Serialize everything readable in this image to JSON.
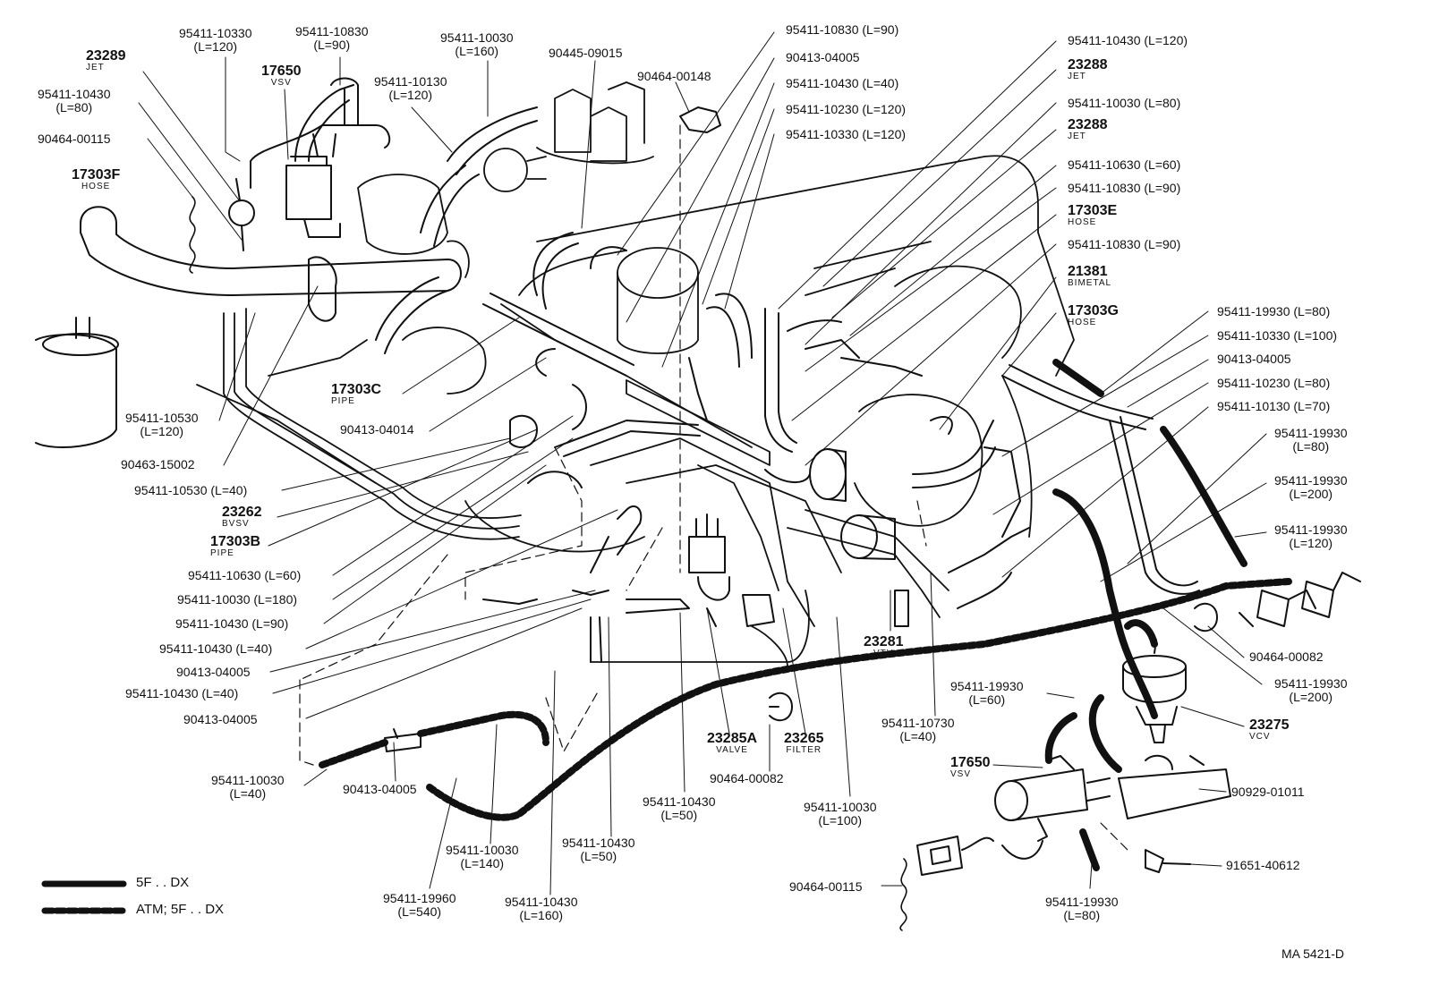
{
  "labels": [
    {
      "id": "l1",
      "part": "95411-10330",
      "len": "(L=120)"
    },
    {
      "id": "l2",
      "part": "95411-10830",
      "len": "(L=90)"
    },
    {
      "id": "l3",
      "part": "23289",
      "sub": "JET"
    },
    {
      "id": "l4",
      "part": "17650",
      "sub": "VSV"
    },
    {
      "id": "l5",
      "part": "95411-10030",
      "len": "(L=160)"
    },
    {
      "id": "l6",
      "part": "90445-09015"
    },
    {
      "id": "l7",
      "part": "90464-00148"
    },
    {
      "id": "l8",
      "part": "95411-10430",
      "len": "(L=80)"
    },
    {
      "id": "l9",
      "part": "95411-10130",
      "len": "(L=120)"
    },
    {
      "id": "l10",
      "part": "90464-00115"
    },
    {
      "id": "l11",
      "part": "17303F",
      "sub": "HOSE"
    },
    {
      "id": "r1",
      "part": "95411-10830",
      "len": "(L=90)"
    },
    {
      "id": "r2",
      "part": "90413-04005"
    },
    {
      "id": "r3",
      "part": "95411-10430",
      "len": "(L=40)"
    },
    {
      "id": "r4",
      "part": "95411-10230",
      "len": "(L=120)"
    },
    {
      "id": "r5",
      "part": "95411-10330",
      "len": "(L=120)"
    },
    {
      "id": "r6",
      "part": "95411-10430",
      "len": "(L=120)"
    },
    {
      "id": "r7",
      "part": "23288",
      "sub": "JET"
    },
    {
      "id": "r8",
      "part": "95411-10030",
      "len": "(L=80)"
    },
    {
      "id": "r9",
      "part": "23288",
      "sub": "JET"
    },
    {
      "id": "r10",
      "part": "95411-10630",
      "len": "(L=60)"
    },
    {
      "id": "r11",
      "part": "95411-10830",
      "len": "(L=90)"
    },
    {
      "id": "r12",
      "part": "17303E",
      "sub": "HOSE"
    },
    {
      "id": "r13",
      "part": "95411-10830",
      "len": "(L=90)"
    },
    {
      "id": "r14",
      "part": "21381",
      "sub": "BIMETAL"
    },
    {
      "id": "r15",
      "part": "17303G",
      "sub": "HOSE"
    },
    {
      "id": "r16",
      "part": "95411-19930",
      "len": "(L=80)"
    },
    {
      "id": "r17",
      "part": "95411-10330",
      "len": "(L=100)"
    },
    {
      "id": "r18",
      "part": "90413-04005"
    },
    {
      "id": "r19",
      "part": "95411-10230",
      "len": "(L=80)"
    },
    {
      "id": "r20",
      "part": "95411-10130",
      "len": "(L=70)"
    },
    {
      "id": "r21",
      "part": "95411-19930",
      "len": "(L=80)"
    },
    {
      "id": "r22",
      "part": "95411-19930",
      "len": "(L=200)"
    },
    {
      "id": "r23",
      "part": "95411-19930",
      "len": "(L=120)"
    },
    {
      "id": "r24",
      "part": "90464-00082"
    },
    {
      "id": "r25",
      "part": "95411-19930",
      "len": "(L=200)"
    },
    {
      "id": "r26",
      "part": "23275",
      "sub": "VCV"
    },
    {
      "id": "r27",
      "part": "90929-01011"
    },
    {
      "id": "r28",
      "part": "91651-40612"
    },
    {
      "id": "m1",
      "part": "17303C",
      "sub": "PIPE"
    },
    {
      "id": "m2",
      "part": "90413-04014"
    },
    {
      "id": "m3",
      "part": "95411-10530",
      "len": "(L=120)"
    },
    {
      "id": "m4",
      "part": "90463-15002"
    },
    {
      "id": "m5",
      "part": "95411-10530",
      "len": "(L=40)"
    },
    {
      "id": "m6",
      "part": "23262",
      "sub": "BVSV"
    },
    {
      "id": "m7",
      "part": "17303B",
      "sub": "PIPE"
    },
    {
      "id": "m8",
      "part": "95411-10630",
      "len": "(L=60)"
    },
    {
      "id": "m9",
      "part": "95411-10030",
      "len": "(L=180)"
    },
    {
      "id": "m10",
      "part": "95411-10430",
      "len": "(L=90)"
    },
    {
      "id": "m11",
      "part": "95411-10430",
      "len": "(L=40)"
    },
    {
      "id": "m12",
      "part": "90413-04005"
    },
    {
      "id": "m13",
      "part": "95411-10430",
      "len": "(L=40)"
    },
    {
      "id": "m14",
      "part": "90413-04005"
    },
    {
      "id": "b1",
      "part": "95411-10030",
      "len": "(L=40)"
    },
    {
      "id": "b2",
      "part": "90413-04005"
    },
    {
      "id": "b3",
      "part": "95411-10030",
      "len": "(L=140)"
    },
    {
      "id": "b4",
      "part": "95411-10430",
      "len": "(L=50)"
    },
    {
      "id": "b5",
      "part": "95411-19960",
      "len": "(L=540)"
    },
    {
      "id": "b6",
      "part": "95411-10430",
      "len": "(L=160)"
    },
    {
      "id": "b7",
      "part": "95411-10430",
      "len": "(L=50)"
    },
    {
      "id": "b8",
      "part": "23285A",
      "sub": "VALVE"
    },
    {
      "id": "b9",
      "part": "23265",
      "sub": "FILTER"
    },
    {
      "id": "b10",
      "part": "90464-00082"
    },
    {
      "id": "b11",
      "part": "95411-10030",
      "len": "(L=100)"
    },
    {
      "id": "b12",
      "part": "23281",
      "sub": "VTV"
    },
    {
      "id": "b13",
      "part": "95411-10730",
      "len": "(L=40)"
    },
    {
      "id": "b14",
      "part": "95411-19930",
      "len": "(L=60)"
    },
    {
      "id": "b15",
      "part": "17650",
      "sub": "VSV"
    },
    {
      "id": "b16",
      "part": "90464-00115"
    },
    {
      "id": "b17",
      "part": "95411-19930",
      "len": "(L=80)"
    }
  ],
  "legend": [
    {
      "style": "solid",
      "text": "5F . . DX"
    },
    {
      "style": "dashed",
      "text": "ATM; 5F . . DX"
    }
  ],
  "drawing_code": "MA 5421-D"
}
